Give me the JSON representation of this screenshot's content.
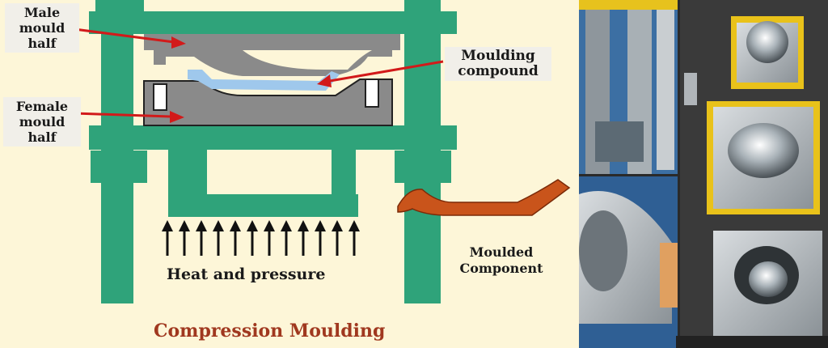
{
  "labels": {
    "male_line1": "Male",
    "male_line2": "mould",
    "male_line3": "half",
    "female_line1": "Female",
    "female_line2": "mould",
    "female_line3": "half",
    "compound_line1": "Moulding",
    "compound_line2": "compound",
    "moulded_line1": "Moulded",
    "moulded_line2": "Component",
    "heat": "Heat and pressure",
    "title": "Compression Moulding"
  },
  "colors": {
    "background": "#fdf6d8",
    "frame": "#2fa37a",
    "mould": "#888888",
    "compound": "#9fc8ec",
    "component": "#c9541b",
    "arrow_red": "#d21a1a",
    "title": "#a0381f"
  }
}
